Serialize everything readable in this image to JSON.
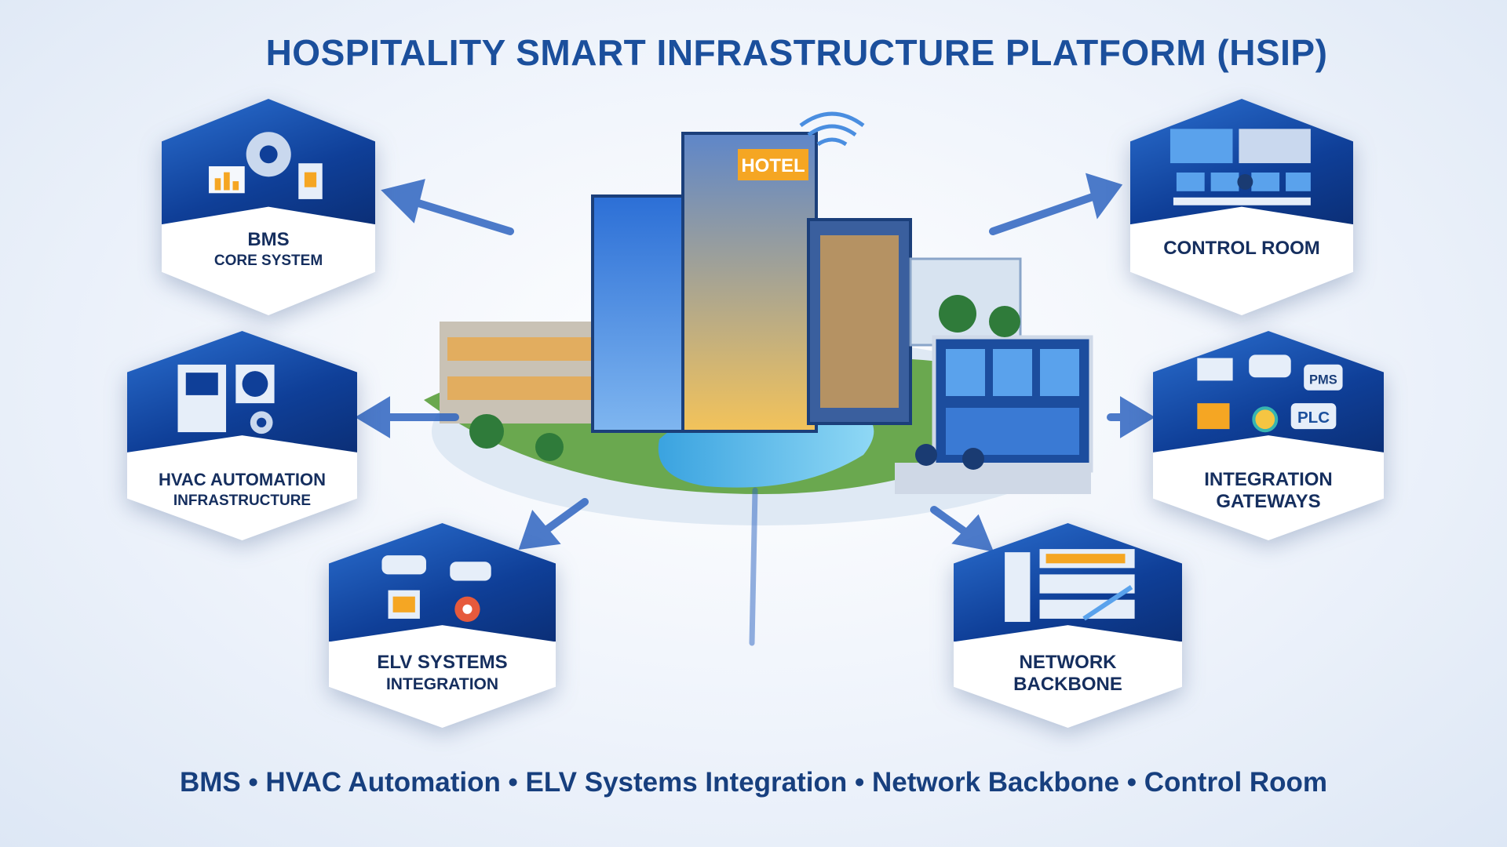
{
  "title": "HOSPITALITY SMART INFRASTRUCTURE PLATFORM (HSIP)",
  "hotel_sign": "HOTEL",
  "modules": [
    {
      "id": "bms",
      "line1": "BMS",
      "line2": "CORE SYSTEM",
      "icon": "gear-dashboard-icon"
    },
    {
      "id": "hvac",
      "line1": "HVAC AUTOMATION",
      "line2": "INFRASTRUCTURE",
      "icon": "hvac-controller-icon"
    },
    {
      "id": "elv",
      "line1": "ELV SYSTEMS",
      "line2": "INTEGRATION",
      "icon": "cctv-camera-icon"
    },
    {
      "id": "control",
      "line1": "CONTROL ROOM",
      "line2": "",
      "icon": "operator-monitors-icon"
    },
    {
      "id": "gateways",
      "line1": "INTEGRATION",
      "line2": "GATEWAYS",
      "icon": "gateway-nodes-icon",
      "tags": [
        "PMS",
        "PLC"
      ]
    },
    {
      "id": "network",
      "line1": "NETWORK",
      "line2": "BACKBONE",
      "icon": "server-rack-icon"
    }
  ],
  "footer": "BMS • HVAC Automation • ELV Systems Integration • Network Backbone • Control Room",
  "colors": {
    "primary": "#1b4f9c",
    "hex_blue": "#0f3f98",
    "accent": "#f5a623"
  }
}
